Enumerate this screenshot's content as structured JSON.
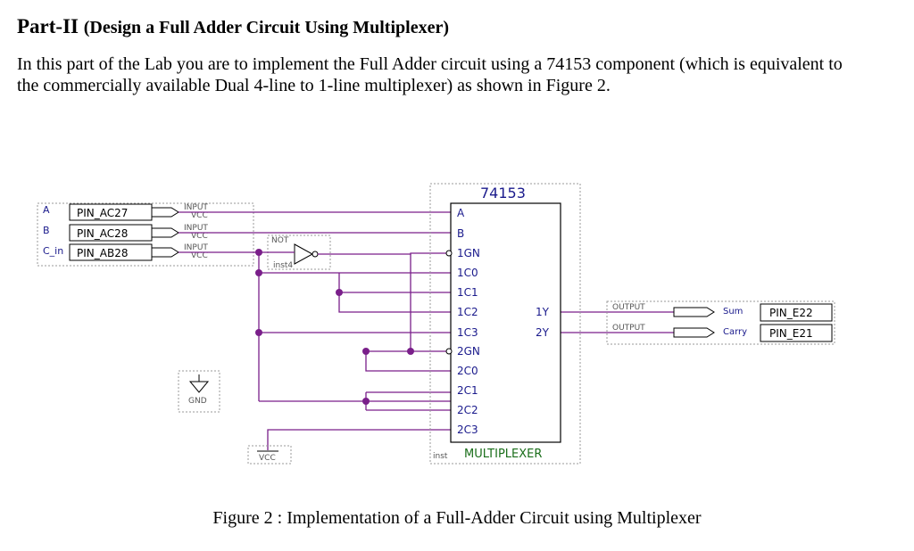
{
  "heading": {
    "part": "Part-II",
    "subtitle": "(Design a Full Adder Circuit Using Multiplexer)"
  },
  "paragraph": "In this part of the Lab you are to implement the Full Adder circuit using a 74153 component (which is equivalent to the commercially available Dual 4-line to 1-line multiplexer) as shown in Figure 2.",
  "caption": "Figure 2 : Implementation of a Full-Adder Circuit using Multiplexer",
  "schematic": {
    "inputs": [
      {
        "name": "A",
        "pin": "PIN_AC27",
        "tag": "INPUT",
        "vcc": "VCC"
      },
      {
        "name": "B",
        "pin": "PIN_AC28",
        "tag": "INPUT",
        "vcc": "VCC"
      },
      {
        "name": "C_in",
        "pin": "PIN_AB28",
        "tag": "INPUT",
        "vcc": "VCC"
      }
    ],
    "not_gate": {
      "label": "NOT",
      "inst": "inst4"
    },
    "mux": {
      "title": "74153",
      "left_pins": [
        "A",
        "B",
        "1GN",
        "1C0",
        "1C1",
        "1C2",
        "1C3",
        "2GN",
        "2C0",
        "2C1",
        "2C2",
        "2C3"
      ],
      "right_pins": [
        "1Y",
        "2Y"
      ],
      "inst": "inst",
      "footer": "MULTIPLEXER"
    },
    "outputs": [
      {
        "tag": "OUTPUT",
        "name": "Sum",
        "pin": "PIN_E22"
      },
      {
        "tag": "OUTPUT",
        "name": "Carry",
        "pin": "PIN_E21"
      }
    ],
    "gnd": "GND",
    "vcc": "VCC",
    "colors": {
      "wire": "#7a1f8a",
      "mux_title": "#1a1a8c",
      "footer": "#1a6e1a",
      "dotted": "#999999"
    }
  }
}
